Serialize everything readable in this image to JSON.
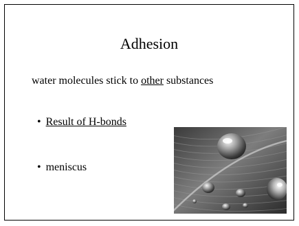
{
  "slide": {
    "title": "Adhesion",
    "subtitle_before": "water molecules stick to ",
    "subtitle_underlined": "other",
    "subtitle_after": " substances",
    "bullets": [
      {
        "marker": "•",
        "text": "Result of H-bonds",
        "underlined": true
      },
      {
        "marker": "•",
        "text": "meniscus",
        "underlined": false
      }
    ]
  },
  "image": {
    "subject": "water-droplets-on-leaf"
  }
}
